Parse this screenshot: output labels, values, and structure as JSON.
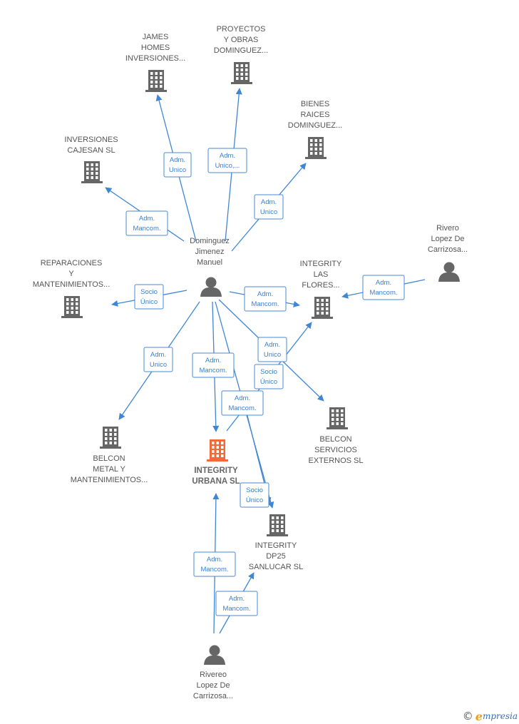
{
  "colors": {
    "edge": "#3f86d4",
    "company": "#666666",
    "focus_company": "#f26a35",
    "person": "#666666",
    "rel_text": "#3a7fd0",
    "label_text": "#555555"
  },
  "nodes": [
    {
      "id": "dominguez",
      "type": "person",
      "lines": [
        "Dominguez",
        "Jimenez",
        "Manuel"
      ]
    },
    {
      "id": "james",
      "type": "company",
      "lines": [
        "JAMES",
        "HOMES",
        "INVERSIONES..."
      ]
    },
    {
      "id": "proyectos",
      "type": "company",
      "lines": [
        "PROYECTOS",
        "Y OBRAS",
        "DOMINGUEZ..."
      ]
    },
    {
      "id": "bienes",
      "type": "company",
      "lines": [
        "BIENES",
        "RAICES",
        "DOMINGUEZ..."
      ]
    },
    {
      "id": "cajesan",
      "type": "company",
      "lines": [
        "INVERSIONES",
        "CAJESAN SL"
      ]
    },
    {
      "id": "reparaciones",
      "type": "company",
      "lines": [
        "REPARACIONES",
        "Y",
        "MANTENIMIENTOS..."
      ]
    },
    {
      "id": "flores",
      "type": "company",
      "lines": [
        "INTEGRITY",
        "LAS",
        "FLORES..."
      ]
    },
    {
      "id": "rivero",
      "type": "person",
      "lines": [
        "Rivero",
        "Lopez De",
        "Carrizosa..."
      ]
    },
    {
      "id": "belcon_metal",
      "type": "company",
      "lines": [
        "BELCON",
        "METAL Y",
        "MANTENIMIENTOS..."
      ]
    },
    {
      "id": "urbana",
      "type": "focus",
      "lines": [
        "INTEGRITY",
        "URBANA SL"
      ]
    },
    {
      "id": "belcon_serv",
      "type": "company",
      "lines": [
        "BELCON",
        "SERVICIOS",
        "EXTERNOS SL"
      ]
    },
    {
      "id": "dp25",
      "type": "company",
      "lines": [
        "INTEGRITY",
        "DP25",
        "SANLUCAR SL"
      ]
    },
    {
      "id": "rivereo",
      "type": "person",
      "lines": [
        "Rivereo",
        "Lopez De",
        "Carrizosa..."
      ]
    }
  ],
  "relations": [
    {
      "from": "dominguez",
      "to": "james",
      "lines": [
        "Adm.",
        "Unico"
      ]
    },
    {
      "from": "dominguez",
      "to": "proyectos",
      "lines": [
        "Adm.",
        "Unico,..."
      ]
    },
    {
      "from": "dominguez",
      "to": "bienes",
      "lines": [
        "Adm.",
        "Unico"
      ]
    },
    {
      "from": "dominguez",
      "to": "cajesan",
      "lines": [
        "Adm.",
        "Mancom."
      ]
    },
    {
      "from": "dominguez",
      "to": "reparaciones",
      "lines": [
        "Socio",
        "Único"
      ]
    },
    {
      "from": "dominguez",
      "to": "flores",
      "lines": [
        "Adm.",
        "Mancom."
      ]
    },
    {
      "from": "rivero",
      "to": "flores",
      "lines": [
        "Adm.",
        "Mancom."
      ]
    },
    {
      "from": "dominguez",
      "to": "belcon_metal",
      "lines": [
        "Adm.",
        "Unico"
      ]
    },
    {
      "from": "dominguez",
      "to": "urbana",
      "lines": [
        "Adm.",
        "Mancom."
      ]
    },
    {
      "from": "dominguez",
      "to": "belcon_serv",
      "lines": [
        "Adm.",
        "Unico"
      ]
    },
    {
      "from": "urbana",
      "to": "flores",
      "lines": [
        "Socio",
        "Único"
      ]
    },
    {
      "from": "dominguez",
      "to": "dp25",
      "lines": [
        "Adm.",
        "Mancom."
      ]
    },
    {
      "from": "urbana",
      "to": "dp25",
      "lines": [
        "Socio",
        "Único"
      ]
    },
    {
      "from": "rivereo",
      "to": "urbana",
      "lines": [
        "Adm.",
        "Mancom."
      ]
    },
    {
      "from": "rivereo",
      "to": "dp25",
      "lines": [
        "Adm.",
        "Mancom."
      ]
    }
  ],
  "footer": {
    "copyright": "©",
    "brand_initial": "e",
    "brand_rest": "mpresia"
  }
}
